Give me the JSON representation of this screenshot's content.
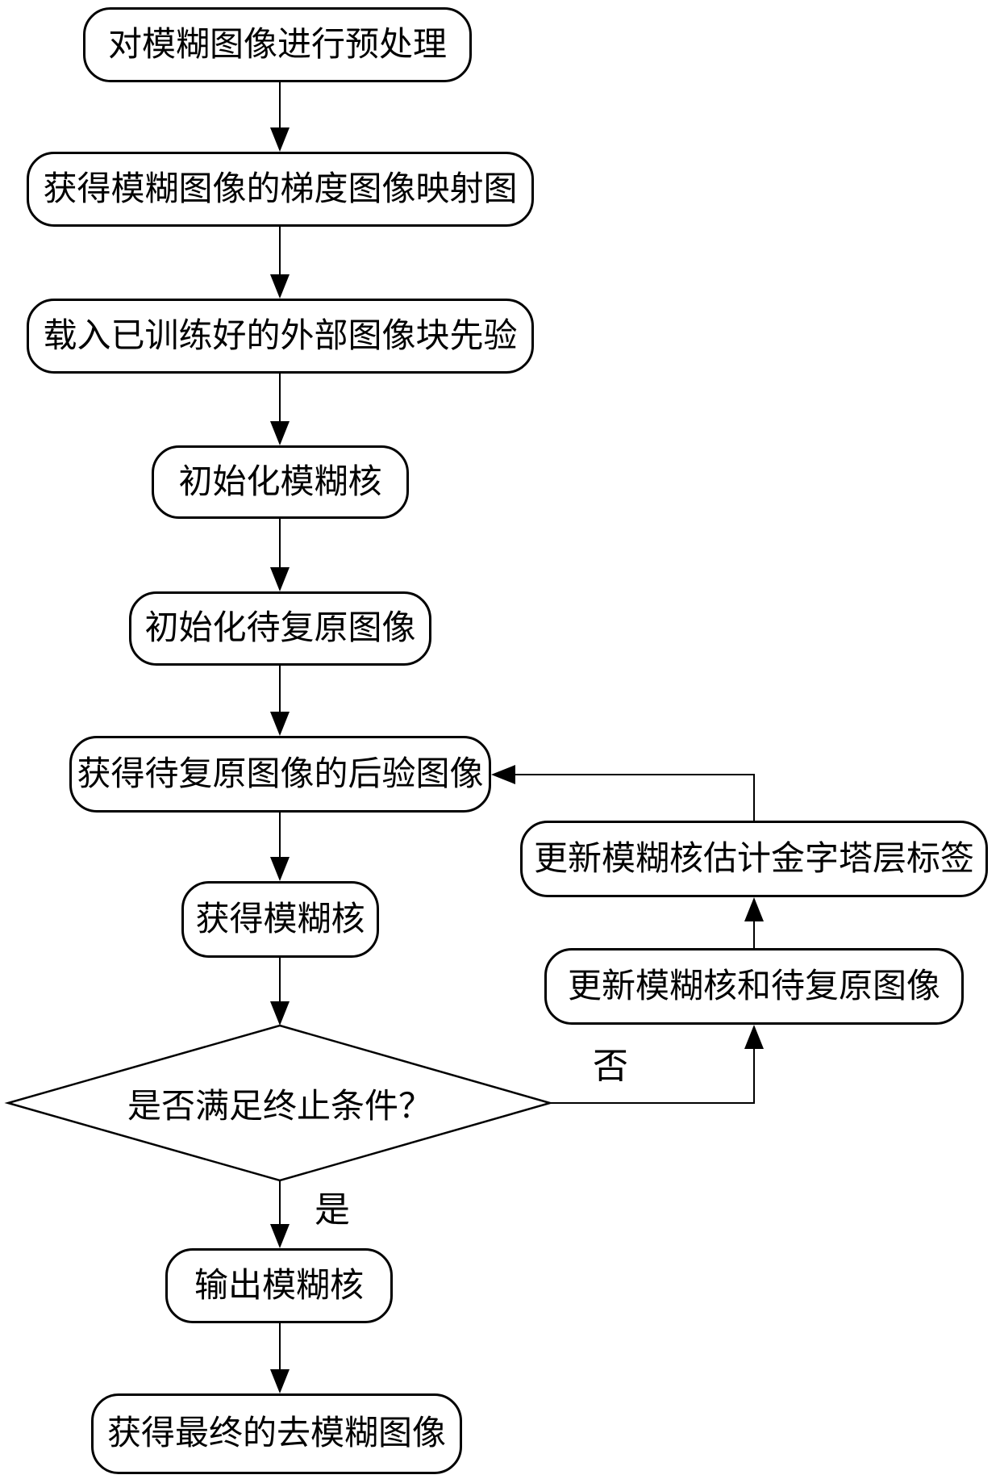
{
  "diagram": {
    "type": "flowchart",
    "colors": {
      "stroke": "#000000",
      "background": "#ffffff",
      "text": "#000000"
    },
    "nodes": [
      {
        "id": "preprocess",
        "shape": "rounded-rect",
        "label": "对模糊图像进行预处理"
      },
      {
        "id": "gradient_map",
        "shape": "rounded-rect",
        "label": "获得模糊图像的梯度图像映射图"
      },
      {
        "id": "load_prior",
        "shape": "rounded-rect",
        "label": "载入已训练好的外部图像块先验"
      },
      {
        "id": "init_kernel",
        "shape": "rounded-rect",
        "label": "初始化模糊核"
      },
      {
        "id": "init_image",
        "shape": "rounded-rect",
        "label": "初始化待复原图像"
      },
      {
        "id": "posterior",
        "shape": "rounded-rect",
        "label": "获得待复原图像的后验图像"
      },
      {
        "id": "get_kernel",
        "shape": "rounded-rect",
        "label": "获得模糊核"
      },
      {
        "id": "decision",
        "shape": "diamond",
        "label": "是否满足终止条件？"
      },
      {
        "id": "output_kernel",
        "shape": "rounded-rect",
        "label": "输出模糊核"
      },
      {
        "id": "final_image",
        "shape": "rounded-rect",
        "label": "获得最终的去模糊图像"
      },
      {
        "id": "update_pyramid_label",
        "shape": "rounded-rect",
        "label": "更新模糊核估计金字塔层标签"
      },
      {
        "id": "update_kernel_image",
        "shape": "rounded-rect",
        "label": "更新模糊核和待复原图像"
      }
    ],
    "branch_labels": {
      "yes": "是",
      "no": "否"
    },
    "edges": [
      {
        "from": "preprocess",
        "to": "gradient_map"
      },
      {
        "from": "gradient_map",
        "to": "load_prior"
      },
      {
        "from": "load_prior",
        "to": "init_kernel"
      },
      {
        "from": "init_kernel",
        "to": "init_image"
      },
      {
        "from": "init_image",
        "to": "posterior"
      },
      {
        "from": "posterior",
        "to": "get_kernel"
      },
      {
        "from": "get_kernel",
        "to": "decision"
      },
      {
        "from": "decision",
        "to": "output_kernel",
        "label": "是"
      },
      {
        "from": "decision",
        "to": "update_kernel_image",
        "label": "否"
      },
      {
        "from": "update_kernel_image",
        "to": "update_pyramid_label"
      },
      {
        "from": "update_pyramid_label",
        "to": "posterior"
      },
      {
        "from": "output_kernel",
        "to": "final_image"
      }
    ]
  }
}
